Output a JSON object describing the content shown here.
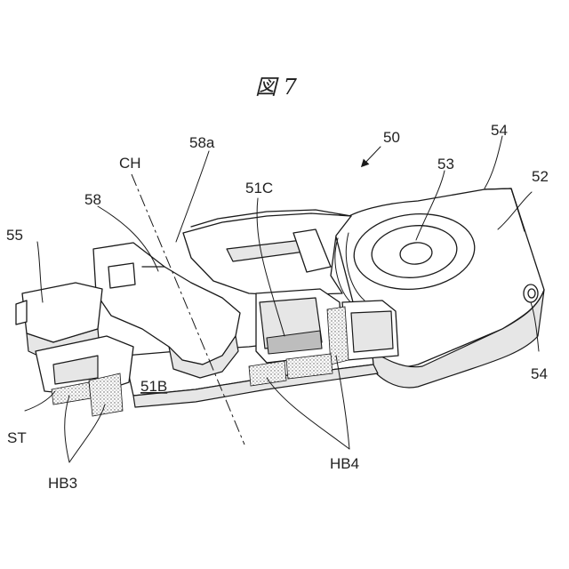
{
  "figure": {
    "title": "図 7",
    "labels": {
      "assembly": "50",
      "hole": "53",
      "top_right": "54",
      "lower_right": "54",
      "body": "52",
      "left_end": "55",
      "arm": "58",
      "arm_tip": "58a",
      "center": "CH",
      "face_c": "51C",
      "face_b": "51B",
      "stopper": "ST",
      "band_3": "HB3",
      "band_4": "HB4"
    }
  }
}
